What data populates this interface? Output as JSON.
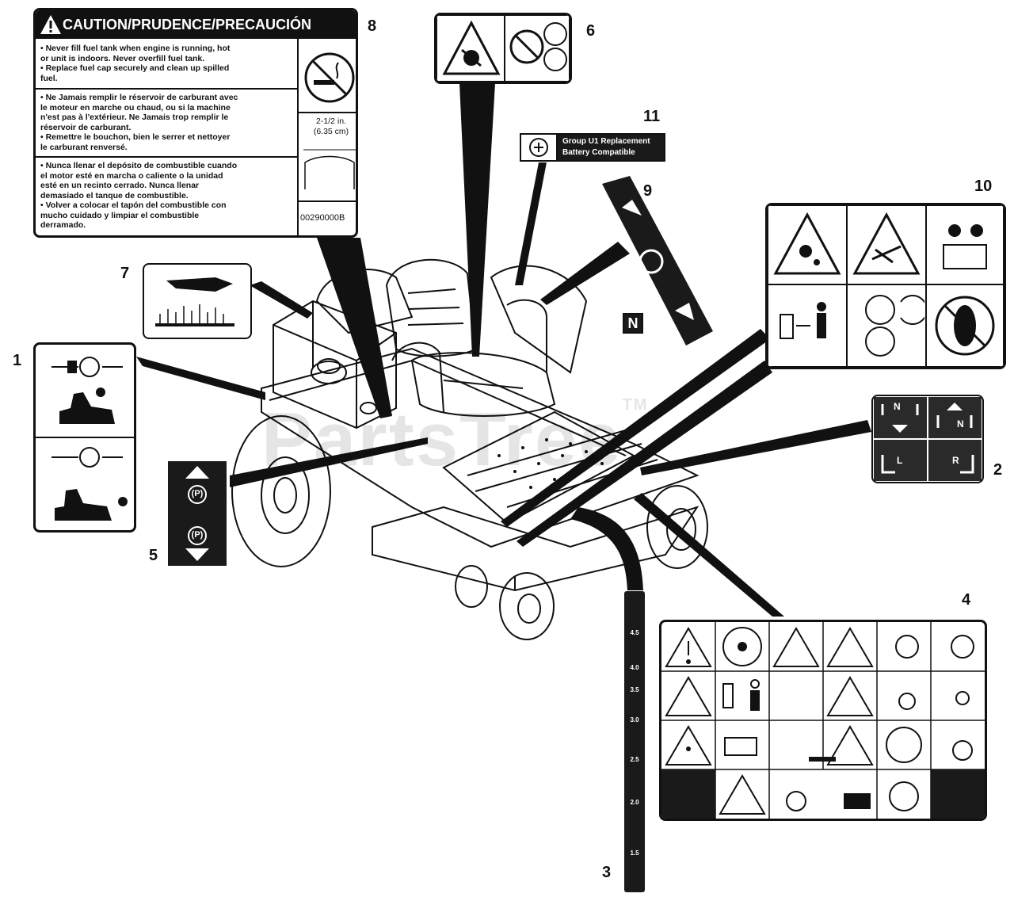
{
  "callouts": [
    "1",
    "2",
    "3",
    "4",
    "5",
    "6",
    "7",
    "8",
    "9",
    "10",
    "11"
  ],
  "decal_8": {
    "heading": "CAUTION/PRUDENCE/PRECAUCIÓN",
    "english": "• Never fill fuel tank when engine is running, hot\n   or unit is indoors. Never overfill fuel tank.\n• Replace fuel cap securely and clean up spilled\n   fuel.",
    "french": "• Ne Jamais remplir le réservoir de carburant avec\n   le moteur en marche ou chaud, ou si la machine\n   n'est pas à l'extérieur. Ne Jamais trop remplir le\n   réservoir de carburant.\n• Remettre le bouchon, bien le serrer et nettoyer\n   le carburant renversé.",
    "spanish": "• Nunca llenar el depósito de combustible cuando\n   el motor esté en marcha o caliente o la unidad\n   esté en un recinto cerrado. Nunca llenar\n   demasiado el tanque de combustible.\n• Volver a colocar el tapón del combustible con\n   mucho cuidado y limpiar el combustible\n   derramado.",
    "fill_level": "2-1/2 in.\n(6.35 cm)",
    "part_number": "00290000B"
  },
  "decal_11": {
    "text_line1": "Group U1 Replacement",
    "text_line2": "Battery Compatible"
  },
  "decal_9": {
    "letter": "N"
  },
  "decal_2": {
    "labels": [
      "N",
      "N",
      "L",
      "R"
    ]
  },
  "decal_5": {
    "labels": [
      "(P)",
      "(P)"
    ]
  },
  "decal_3": {
    "ticks": [
      "4.5",
      "4.0",
      "3.5",
      "3.0",
      "2.5",
      "2.0",
      "1.5"
    ]
  },
  "watermark": {
    "text": "PartsTree",
    "tm": "TM"
  },
  "colors": {
    "ink": "#111111",
    "paper": "#ffffff",
    "panel_dark": "#2a2a2a"
  }
}
